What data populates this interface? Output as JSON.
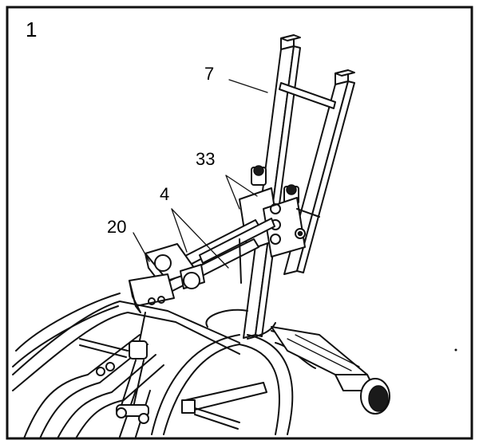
{
  "figure": {
    "step_number": "1",
    "callouts": [
      {
        "id": "frame-7",
        "label": "7"
      },
      {
        "id": "bolts-33",
        "label": "33"
      },
      {
        "id": "links-4",
        "label": "4"
      },
      {
        "id": "bracket-20",
        "label": "20"
      }
    ]
  }
}
